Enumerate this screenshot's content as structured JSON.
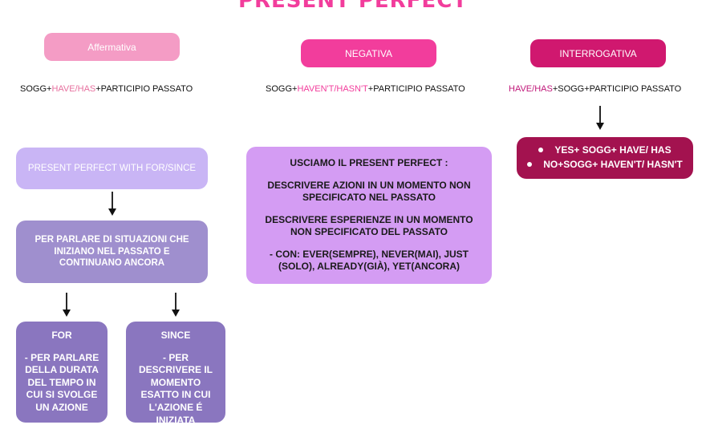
{
  "title": "PRESENT PERFECT",
  "headers": {
    "affirmative": "Affermativa",
    "negative": "NEGATIVA",
    "interrogative": "INTERROGATIVA"
  },
  "formulas": {
    "affirmative": {
      "p1": "SOGG+",
      "p2": "HAVE/HAS",
      "p3": "+PARTICIPIO PASSATO"
    },
    "negative": {
      "p1": "SOGG+",
      "p2": "HAVEN'T/HASN'T",
      "p3": "+PARTICIPIO PASSATO"
    },
    "interrogative": {
      "p1": "HAVE/HAS",
      "p2": "+SOGG+PARTICIPIO PASSATO"
    }
  },
  "for_since": {
    "title": "PRESENT PERFECT WITH FOR/SINCE",
    "situation": "PER PARLARE DI SITUAZIONI CHE INIZIANO NEL PASSATO E CONTINUANO ANCORA",
    "for_title": "FOR",
    "for_text": "- PER PARLARE DELLA DURATA DEL TEMPO IN CUI SI SVOLGE UN AZIONE",
    "since_title": "SINCE",
    "since_text": "- PER DESCRIVERE IL MOMENTO ESATTO IN CUI L'AZIONE É INIZIATA"
  },
  "usage": {
    "heading": "USCIAMO IL PRESENT PERFECT :",
    "item1": "DESCRIVERE AZIONI IN UN MOMENTO NON SPECIFICATO NEL PASSATO",
    "item2": "DESCRIVERE ESPERIENZE IN UN MOMENTO NON SPECIFICATO DEL PASSATO",
    "item3": "- CON: EVER(SEMPRE), NEVER(MAI), JUST (SOLO), ALREADY(GIÀ), YET(ANCORA)"
  },
  "answers": {
    "yes": "YES+ SOGG+ HAVE/ HAS",
    "no": "NO+SOGG+ HAVEN'T/ HASN'T"
  },
  "colors": {
    "title": "#f23d9c",
    "affirmative": "#f49cc5",
    "negative": "#f23d9c",
    "interrogative": "#d0186f",
    "answers": "#a3124f",
    "lilac": "#c9b5f5",
    "situation": "#9f8fce",
    "forsince": "#8a76bf",
    "usage": "#d49cf3"
  }
}
